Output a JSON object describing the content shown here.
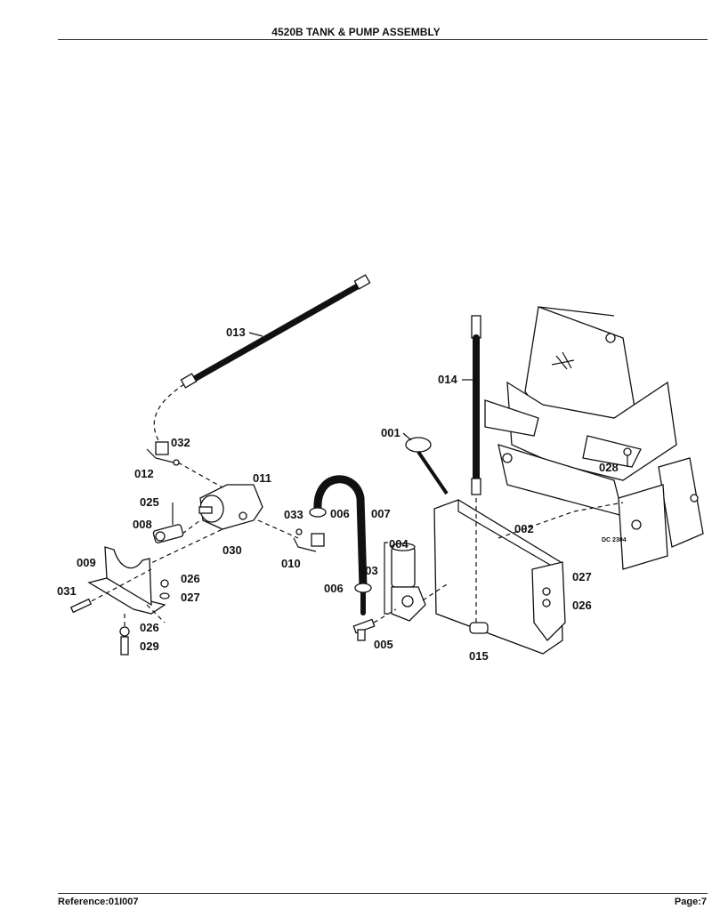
{
  "header": {
    "title": "4520B TANK & PUMP ASSEMBLY"
  },
  "footer": {
    "reference": "Reference:01I007",
    "page": "Page:7"
  },
  "diagram": {
    "stamp": "DC 2304",
    "callouts": {
      "c001": "001",
      "c002": "002",
      "c003": "003",
      "c004": "004",
      "c005": "005",
      "c006a": "006",
      "c006b": "006",
      "c007": "007",
      "c008": "008",
      "c009": "009",
      "c010": "010",
      "c011": "011",
      "c012": "012",
      "c013": "013",
      "c014": "014",
      "c015": "015",
      "c025": "025",
      "c026a": "026",
      "c026b": "026",
      "c026c": "026",
      "c027a": "027",
      "c027b": "027",
      "c028": "028",
      "c029": "029",
      "c030": "030",
      "c031": "031",
      "c032": "032",
      "c033": "033"
    }
  }
}
